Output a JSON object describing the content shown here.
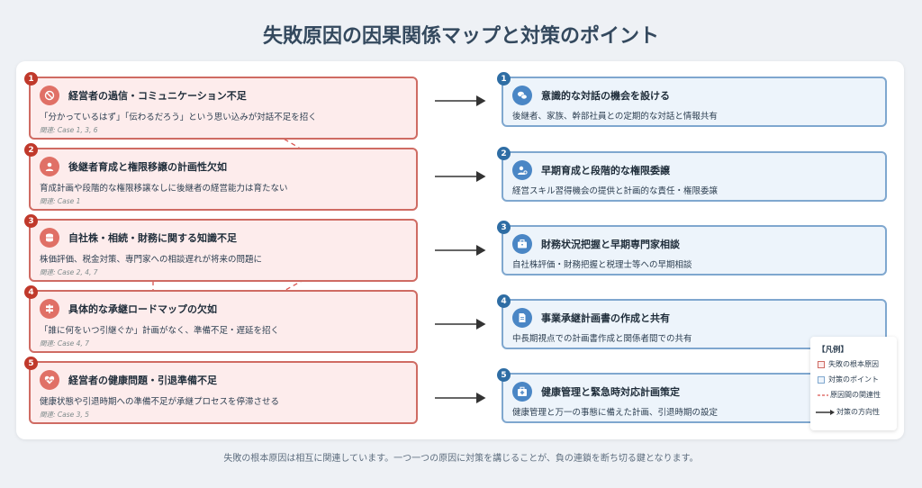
{
  "title": "失敗原因の因果関係マップと対策のポイント",
  "causes": [
    {
      "num": "1",
      "title": "経営者の過信・コミュニケーション不足",
      "desc": "「分かっているはず」「伝わるだろう」という思い込みが対話不足を招く",
      "ref": "関連: Case 1, 3, 6",
      "icon": "no-speech-icon"
    },
    {
      "num": "2",
      "title": "後継者育成と権限移譲の計画性欠如",
      "desc": "育成計画や段階的な権限移譲なしに後継者の経営能力は育たない",
      "ref": "関連: Case 1",
      "icon": "user-icon"
    },
    {
      "num": "3",
      "title": "自社株・相続・財務に関する知識不足",
      "desc": "株価評価、税金対策、専門家への相談遅れが将来の問題に",
      "ref": "関連: Case 2, 4, 7",
      "icon": "coins-icon"
    },
    {
      "num": "4",
      "title": "具体的な承継ロードマップの欠如",
      "desc": "「誰に何をいつ引継ぐか」計画がなく、準備不足・遅延を招く",
      "ref": "関連: Case 4, 7",
      "icon": "signpost-icon"
    },
    {
      "num": "5",
      "title": "経営者の健康問題・引退準備不足",
      "desc": "健康状態や引退時期への準備不足が承継プロセスを停滞させる",
      "ref": "関連: Case 3, 5",
      "icon": "heart-pulse-icon"
    }
  ],
  "measures": [
    {
      "num": "1",
      "title": "意識的な対話の機会を設ける",
      "desc": "後継者、家族、幹部社員との定期的な対話と情報共有",
      "icon": "chat-icon"
    },
    {
      "num": "2",
      "title": "早期育成と段階的な権限委譲",
      "desc": "経営スキル習得機会の提供と計画的な責任・権限委譲",
      "icon": "user-gear-icon"
    },
    {
      "num": "3",
      "title": "財務状況把握と早期専門家相談",
      "desc": "自社株評価・財務把握と税理士等への早期相談",
      "icon": "briefcase-icon"
    },
    {
      "num": "4",
      "title": "事業承継計画書の作成と共有",
      "desc": "中長期視点での計画書作成と関係者間での共有",
      "icon": "document-icon"
    },
    {
      "num": "5",
      "title": "健康管理と緊急時対応計画策定",
      "desc": "健康管理と万一の事態に備えた計画、引退時期の設定",
      "icon": "medkit-icon"
    }
  ],
  "legend": {
    "title": "【凡例】",
    "cause": "失敗の根本原因",
    "measure": "対策のポイント",
    "relation": "原因間の関連性",
    "direction": "対策の方向性"
  },
  "footer": "失敗の根本原因は相互に関連しています。一つ一つの原因に対策を講じることが、負の連鎖を断ち切る鍵となります。",
  "colors": {
    "cause_border": "#cf6b63",
    "cause_bg": "#fdecec",
    "measure_border": "#7fa7cf",
    "measure_bg": "#edf4fb",
    "relation_line": "#d9534f",
    "direction_line": "#333333"
  }
}
